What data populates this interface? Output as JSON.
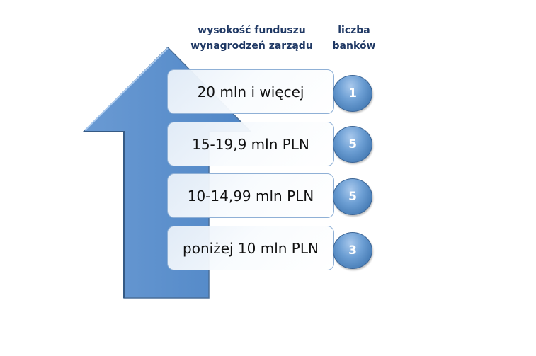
{
  "headers": {
    "fund_size_line1": "wysokość funduszu",
    "fund_size_line2": "wynagrodzeń zarządu",
    "bank_count_line1": "liczba",
    "bank_count_line2": "banków"
  },
  "rows": [
    {
      "label": "20 mln i więcej",
      "count": "1"
    },
    {
      "label": "15-19,9 mln PLN",
      "count": "5"
    },
    {
      "label": "10-14,99 mln PLN",
      "count": "5"
    },
    {
      "label": "poniżej 10 mln PLN",
      "count": "3"
    }
  ],
  "colors": {
    "arrow": "#5b8fcb",
    "header_text": "#1f3864",
    "circle": "#5b8fcb",
    "box_border": "#8fb0d6"
  }
}
